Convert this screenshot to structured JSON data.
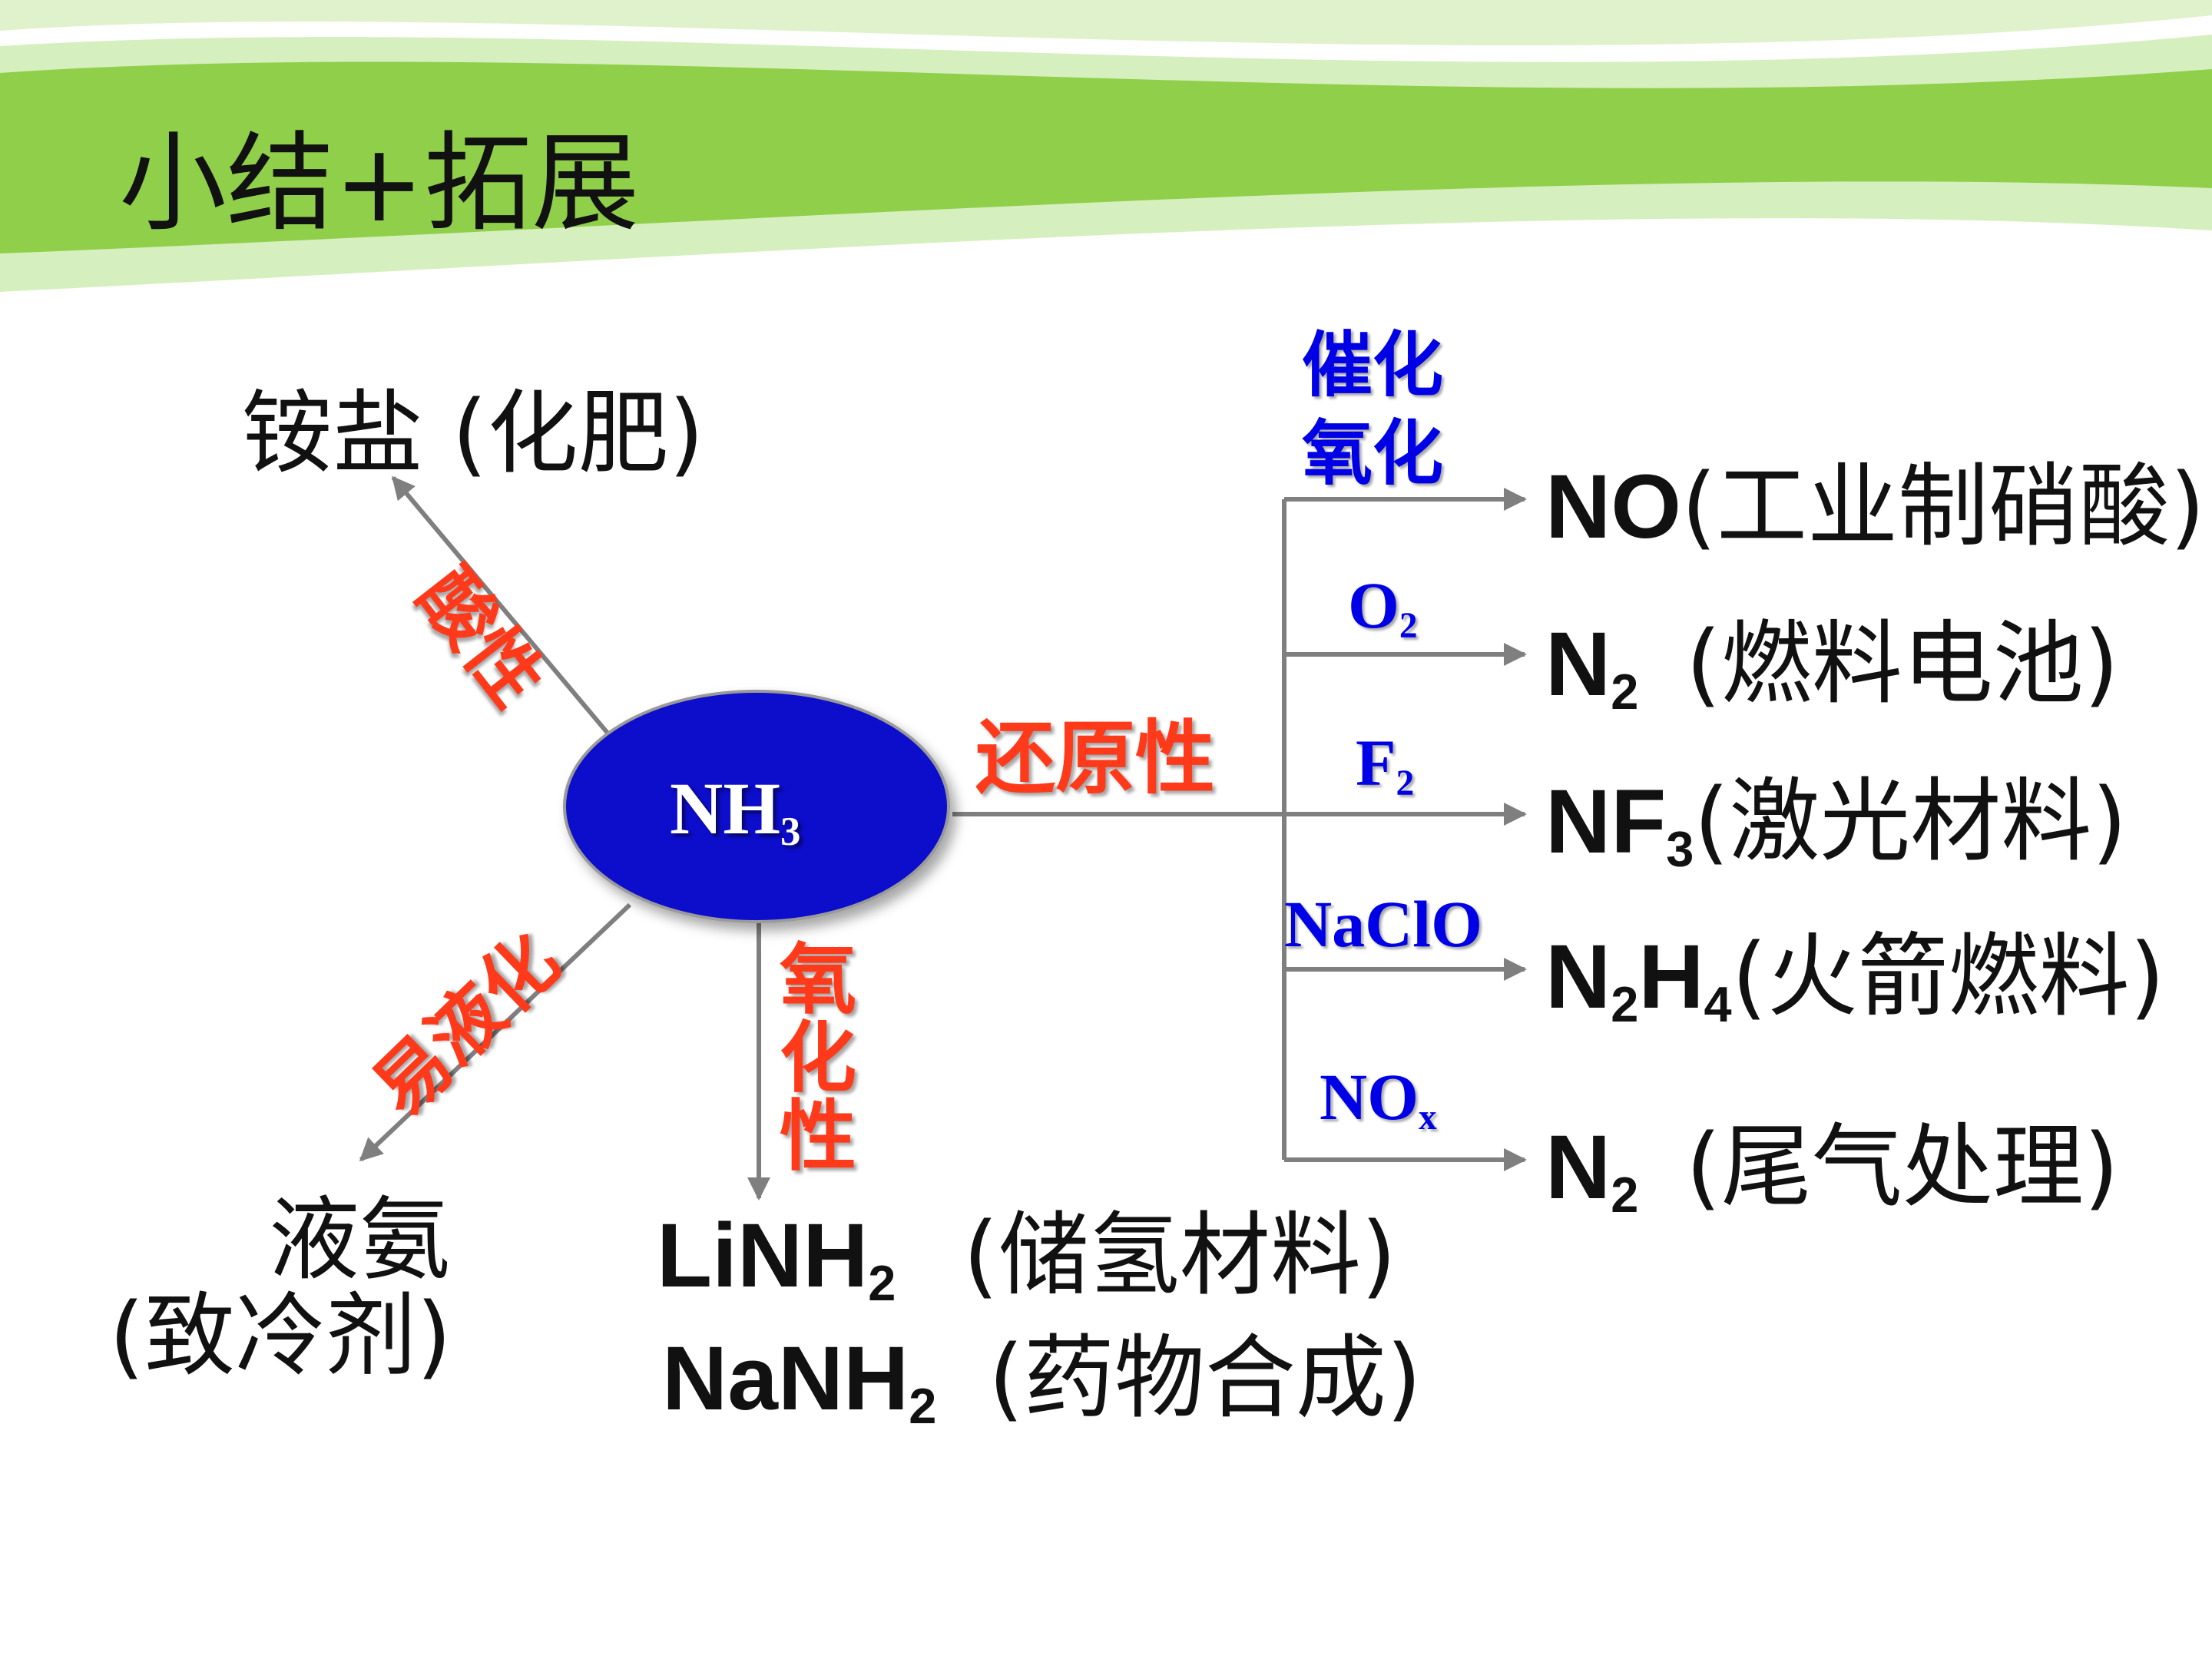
{
  "title": "小结+拓展",
  "center": {
    "label": "NH",
    "sub": "3"
  },
  "properties": {
    "acid": "酸性",
    "liquefy": "易液化",
    "oxidizing": "氧化性",
    "reducing": "还原性"
  },
  "reagents": {
    "catalytic_line1": "催化",
    "catalytic_line2": "氧化",
    "o2": {
      "f": "O",
      "sub": "2"
    },
    "f2": {
      "f": "F",
      "sub": "2"
    },
    "naclo": "NaClO",
    "nox": {
      "f": "NO",
      "sub": "x"
    }
  },
  "products": {
    "ammonium": {
      "name": "铵盐",
      "use": "(化肥)"
    },
    "liquid": {
      "name": "液氨",
      "use": "(致冷剂)"
    },
    "linh2": {
      "f1": "LiNH",
      "sub": "2",
      "use": "(储氢材料)"
    },
    "nanh2": {
      "f1": "NaNH",
      "sub": "2",
      "use": "(药物合成)"
    },
    "no": {
      "f": "NO",
      "use": "(工业制硝酸)"
    },
    "n2_fuel": {
      "f": "N",
      "sub": "2",
      "use": "(燃料电池)"
    },
    "nf3": {
      "f": "NF",
      "sub": "3",
      "use": "(激光材料)"
    },
    "n2h4": {
      "f1": "N",
      "sub1": "2",
      "f2": "H",
      "sub2": "4",
      "use": "(火箭燃料)"
    },
    "n2_exhaust": {
      "f": "N",
      "sub": "2",
      "use": "(尾气处理)"
    }
  },
  "colors": {
    "banner_dark": "#8fcf4a",
    "banner_light": "#d6efbf",
    "ellipse": "#0a0acc",
    "arrow": "#7f7f7f",
    "property_text": "#ff3a1a",
    "reagent_text": "#0000e6"
  }
}
